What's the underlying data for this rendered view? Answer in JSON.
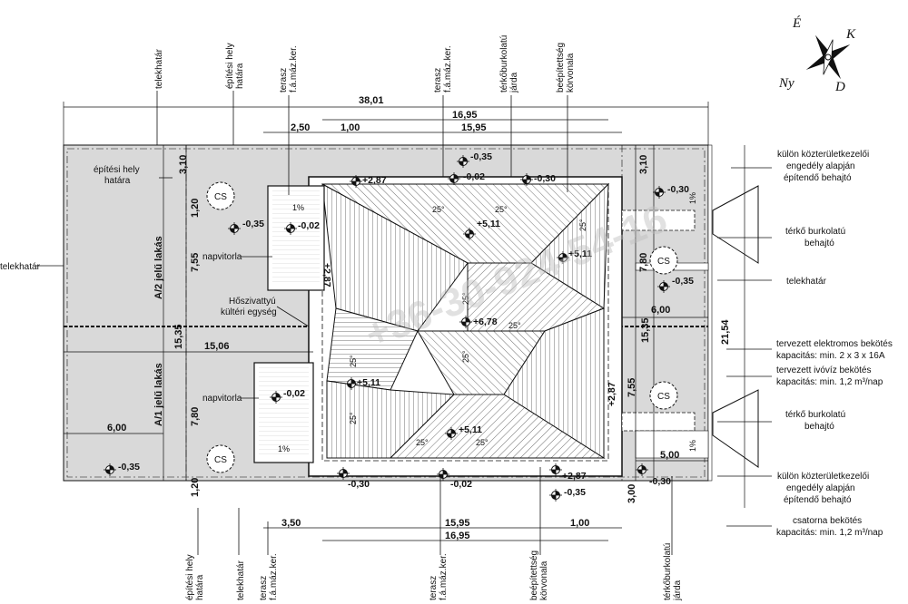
{
  "compass": {
    "north": "É",
    "east": "K",
    "south": "D",
    "west": "Ny"
  },
  "dimensions": {
    "total_length": "38,01",
    "top_roof_length": "16,95",
    "top_terrace": "2,50",
    "top_eave": "1,00",
    "top_house": "15,95",
    "bottom_terrace": "3,50",
    "bottom_house": "15,95",
    "bottom_eave": "1,00",
    "bottom_roof_length": "16,95",
    "left_upper_margin": "3,10",
    "left_depth_a": "1,20",
    "left_depth_b": "7,55",
    "left_total": "15,35",
    "left_depth_c": "7,80",
    "left_lower_margin": "1,20",
    "mid_width": "15,06",
    "lower_left_width": "6,00",
    "right_upper_margin": "3,10",
    "right_depth_a": "7,80",
    "right_total": "15,35",
    "right_width_upper": "6,00",
    "right_depth_b": "7,55",
    "right_width_lower": "5,00",
    "right_lower_margin": "3,00",
    "plot_width": "21,54",
    "bottom_depth": "1,20"
  },
  "levels": {
    "l1": "+2,87",
    "l2": "-0,35",
    "l3": "-0,02",
    "l4": "-0,30",
    "l5": "-0,30",
    "l6": "-0,35",
    "l7": "-0,02",
    "l8": "+5,11",
    "l9": "+5,11",
    "l10": "-0,35",
    "l11": "+6,78",
    "l12": "+5,11",
    "l13": "-0,02",
    "l14": "+5,11",
    "l15": "-0,35",
    "l16": "-0,30",
    "l17": "-0,02",
    "l18": "+2,87",
    "l19": "-0,35",
    "l20": "-0,30",
    "l21": "+2,87",
    "l22": "+2,87"
  },
  "slopes": {
    "s1": "25°",
    "s2": "25°",
    "s3": "25°",
    "s4": "25°",
    "s5": "25°",
    "s6": "25°",
    "s7": "25°",
    "s8": "25°",
    "s9": "25°",
    "s10": "25°"
  },
  "labels": {
    "telekhatar_top": "telekhatár",
    "epitesi_hely_top_1": "építési hely",
    "epitesi_hely_top_2": "határa",
    "terasz_top_1": "terasz",
    "terasz_top_2": "f.á.máz.ker.",
    "terasz_top2_1": "terasz",
    "terasz_top2_2": "f.á.máz.ker.",
    "jarda_top_1": "térkőburkolatú",
    "jarda_top_2": "járda",
    "beep_top_1": "beépítettség",
    "beep_top_2": "körvonala",
    "epitesi_hely_left_1": "építési hely",
    "epitesi_hely_left_2": "határa",
    "telekhatar_left": "telekhatár",
    "lakas_a2": "A/2 jelű lakás",
    "lakas_a1": "A/1 jelű lakás",
    "napvitorla_1": "napvitorla",
    "napvitorla_2": "napvitorla",
    "hoszivattyu_1": "Hőszivattyú",
    "hoszivattyu_2": "kültéri egység",
    "cs1": "CS",
    "cs2": "CS",
    "cs3": "CS",
    "cs4": "CS",
    "pct1": "1%",
    "pct2": "1%",
    "pct3": "1%",
    "pct4": "1%",
    "right_kozterulet_1": "külön közterületkezelői",
    "right_kozterulet_2": "engedély alapján",
    "right_kozterulet_3": "építendő behajtó",
    "right_terko_1": "térkő burkolatú",
    "right_terko_2": "behajtó",
    "right_telekhatar": "telekhatár",
    "right_elektro_1": "tervezett elektromos bekötés",
    "right_elektro_2": "kapacitás: min. 2 x 3 x 16A",
    "right_ivoviz_1": "tervezett ivóvíz bekötés",
    "right_ivoviz_2": "kapacitás: min. 1,2 m³/nap",
    "right_terko2_1": "térkő burkolatú",
    "right_terko2_2": "behajtó",
    "right_kozterulet2_1": "külön közterületkezelői",
    "right_kozterulet2_2": "engedély alapján",
    "right_kozterulet2_3": "építendő behajtó",
    "right_csatorna_1": "csatorna bekötés",
    "right_csatorna_2": "kapacitás: min. 1,2 m³/nap",
    "bot_epitesi_1": "építési hely",
    "bot_epitesi_2": "határa",
    "bot_telekhatar": "telekhatár",
    "bot_terasz_1": "terasz",
    "bot_terasz_2": "f.á.máz.ker.",
    "bot_terasz2_1": "terasz",
    "bot_terasz2_2": "f.á.máz.ker.",
    "bot_beep_1": "beépítettség",
    "bot_beep_2": "körvonala",
    "bot_jarda_1": "térkőburkolatú",
    "bot_jarda_2": "járda"
  },
  "watermark": "+36-30-924-54-16",
  "colors": {
    "plot_fill": "#d9d9d9",
    "ink": "#111111",
    "watermark": "#bdbdbd"
  }
}
